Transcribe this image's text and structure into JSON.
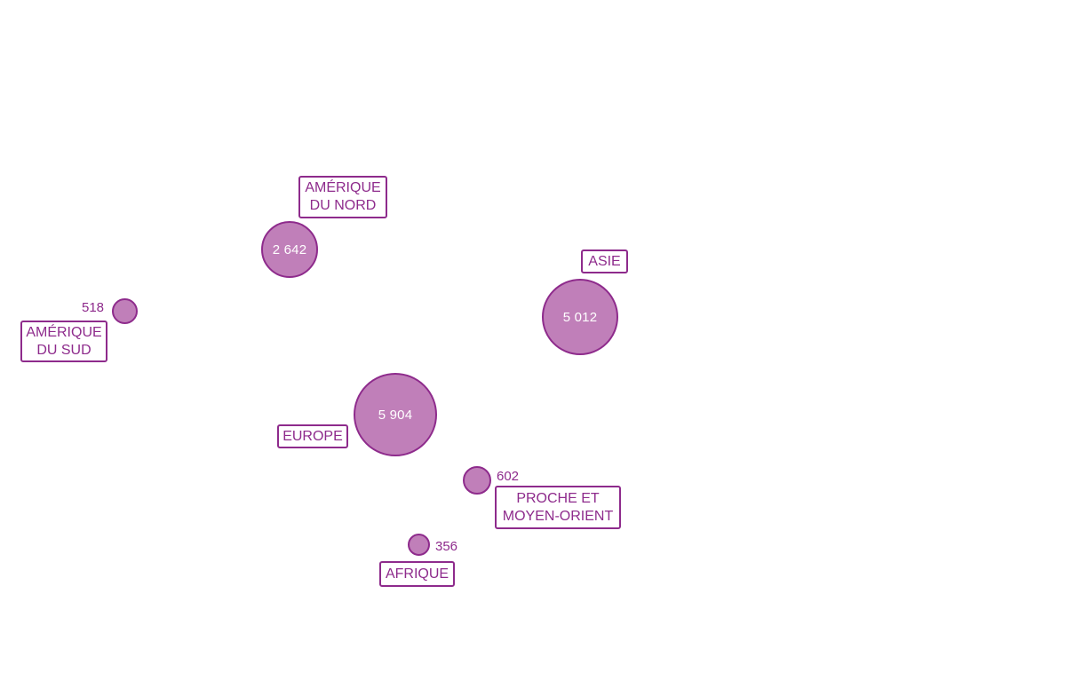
{
  "colors": {
    "accent": "#8e2b8c",
    "bubble_fill": "#c07fb9",
    "bubble_text": "#ffffff"
  },
  "regions": [
    {
      "id": "amerique-nord",
      "label_lines": [
        "AMÉRIQUE",
        "DU NORD"
      ],
      "value": "2 642"
    },
    {
      "id": "amerique-sud",
      "label_lines": [
        "AMÉRIQUE",
        "DU SUD"
      ],
      "value": "518"
    },
    {
      "id": "asie",
      "label_lines": [
        "ASIE"
      ],
      "value": "5 012"
    },
    {
      "id": "europe",
      "label_lines": [
        "EUROPE"
      ],
      "value": "5 904"
    },
    {
      "id": "proche-moyen-orient",
      "label_lines": [
        "PROCHE ET",
        "MOYEN-ORIENT"
      ],
      "value": "602"
    },
    {
      "id": "afrique",
      "label_lines": [
        "AFRIQUE"
      ],
      "value": "356"
    }
  ]
}
